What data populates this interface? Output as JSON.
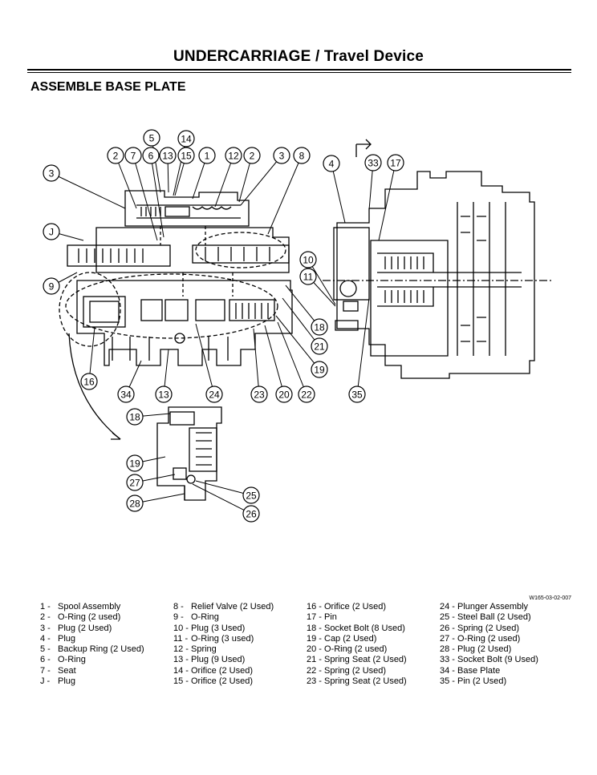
{
  "header": {
    "title": "UNDERCARRIAGE / Travel Device"
  },
  "section": {
    "title": "ASSEMBLE BASE PLATE"
  },
  "figure": {
    "ref_code": "W165-03-02-007",
    "callouts": [
      "2",
      "7",
      "6",
      "13",
      "15",
      "1",
      "12",
      "2",
      "3",
      "8",
      "5",
      "14",
      "3",
      "J",
      "9",
      "16",
      "34",
      "13",
      "24",
      "23",
      "20",
      "22",
      "19",
      "21",
      "18",
      "10",
      "11",
      "4",
      "33",
      "17",
      "35",
      "18",
      "19",
      "27",
      "28",
      "25",
      "26"
    ]
  },
  "legend": {
    "columns": [
      [
        {
          "key": "1 -",
          "text": "Spool Assembly"
        },
        {
          "key": "2 -",
          "text": "O-Ring (2 used)"
        },
        {
          "key": "3 -",
          "text": "Plug (2 Used)"
        },
        {
          "key": "4 -",
          "text": "Plug"
        },
        {
          "key": "5 -",
          "text": "Backup Ring (2 Used)"
        },
        {
          "key": "6 -",
          "text": "O-Ring"
        },
        {
          "key": "7 -",
          "text": "Seat"
        },
        {
          "key": "J -",
          "text": "Plug"
        }
      ],
      [
        {
          "key": "8 -",
          "text": "Relief Valve (2 Used)"
        },
        {
          "key": "9 -",
          "text": "O-Ring"
        },
        {
          "key": "10 -",
          "text": "Plug (3 Used)"
        },
        {
          "key": "11 -",
          "text": "O-Ring (3 used)"
        },
        {
          "key": "12 -",
          "text": "Spring"
        },
        {
          "key": "13 -",
          "text": "Plug (9 Used)"
        },
        {
          "key": "14 -",
          "text": "Orifice (2 Used)"
        },
        {
          "key": "15 -",
          "text": "Orifice (2 Used)"
        }
      ],
      [
        {
          "key": "16 -",
          "text": "Orifice (2 Used)"
        },
        {
          "key": "17 -",
          "text": "Pin"
        },
        {
          "key": "18 -",
          "text": "Socket Bolt (8 Used)"
        },
        {
          "key": "19 -",
          "text": "Cap (2 Used)"
        },
        {
          "key": "20 -",
          "text": "O-Ring (2 used)"
        },
        {
          "key": "21 -",
          "text": "Spring Seat (2 Used)"
        },
        {
          "key": "22 -",
          "text": "Spring (2 Used)"
        },
        {
          "key": "23 -",
          "text": "Spring Seat (2 Used)"
        }
      ],
      [
        {
          "key": "24 -",
          "text": "Plunger Assembly"
        },
        {
          "key": "25 -",
          "text": "Steel Ball (2 Used)"
        },
        {
          "key": "26 -",
          "text": "Spring (2 Used)"
        },
        {
          "key": "27 -",
          "text": "O-Ring (2 used)"
        },
        {
          "key": "28 -",
          "text": "Plug (2 Used)"
        },
        {
          "key": "33 -",
          "text": "Socket Bolt (9 Used)"
        },
        {
          "key": "34 -",
          "text": "Base Plate"
        },
        {
          "key": "35 -",
          "text": "Pin (2 Used)"
        }
      ]
    ]
  }
}
